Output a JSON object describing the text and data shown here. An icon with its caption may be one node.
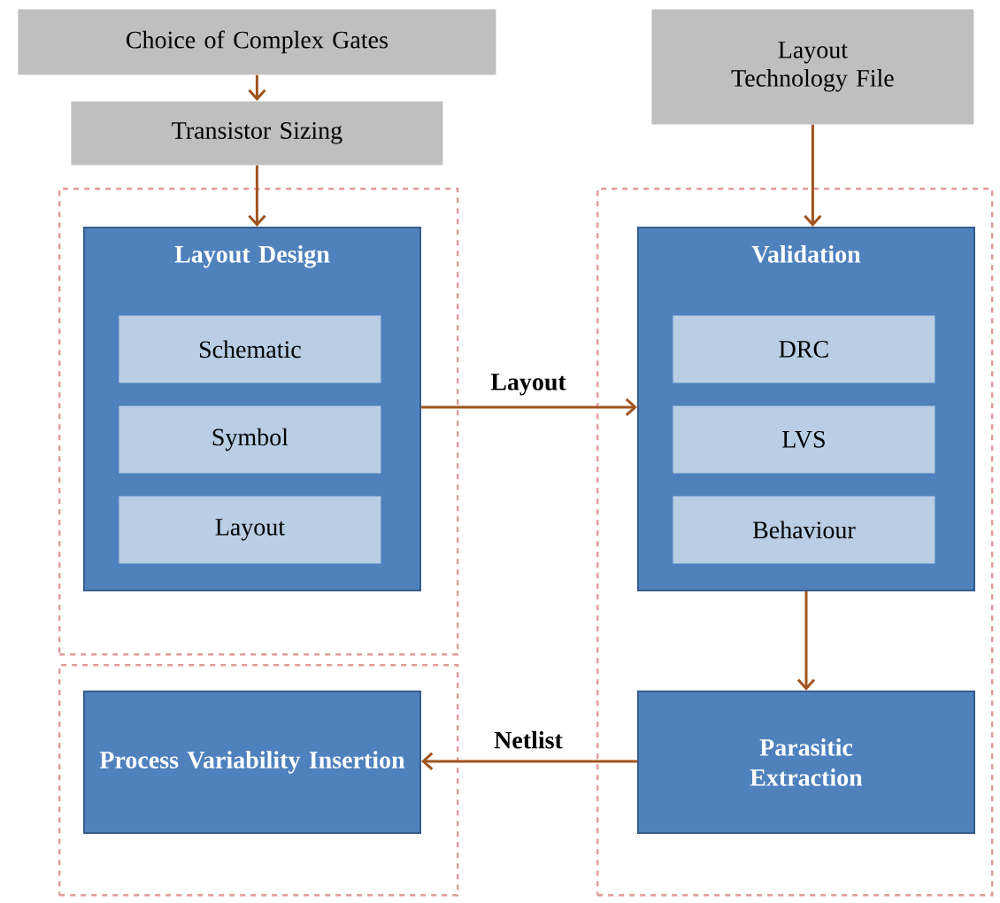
{
  "diagram": {
    "nodes": [
      {
        "text": [
          "Choice of Complex Gates"
        ]
      },
      {
        "text": [
          "Transistor Sizing"
        ]
      },
      {
        "text": [
          "Layout Technology File"
        ]
      },
      {
        "text": [],
        "shape": "box"
      },
      {
        "text": [
          "Layout Design"
        ],
        "in": 3
      },
      {
        "text": [
          "Schematic"
        ],
        "in": 4
      },
      {
        "text": [
          "Symbol"
        ],
        "in": 4
      },
      {
        "text": [
          "Layout"
        ],
        "in": 4
      },
      {
        "text": [],
        "shape": "box"
      },
      {
        "text": [
          "Validation"
        ],
        "in": 8
      },
      {
        "text": [
          "DRC"
        ],
        "in": 9
      },
      {
        "text": [
          "LVS"
        ],
        "in": 9
      },
      {
        "text": [
          "Behaviour"
        ],
        "in": 9
      },
      {
        "text": [],
        "shape": "box"
      },
      {
        "text": [
          "Process Variability Insertion"
        ],
        "in": 13
      },
      {
        "text": [
          "Parasitic Extraction"
        ],
        "in": 8
      }
    ],
    "edges": [
      {
        "from": 0,
        "to": 1,
        "arrow": "to"
      },
      {
        "from": 1,
        "to": 4,
        "arrow": "to"
      },
      {
        "from": 2,
        "to": 9,
        "arrow": "to"
      },
      {
        "from": 4,
        "to": 9,
        "arrow": "to",
        "label": "Layout"
      },
      {
        "from": 9,
        "to": 15,
        "arrow": "to"
      },
      {
        "from": 15,
        "to": 14,
        "arrow": "to",
        "label": "Netlist"
      }
    ]
  }
}
